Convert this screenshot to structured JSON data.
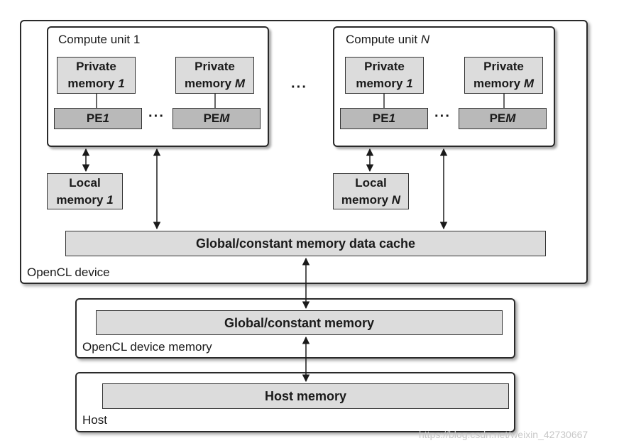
{
  "device": {
    "label": "OpenCL device",
    "compute_units": [
      {
        "title": "Compute unit ",
        "title_sub": "",
        "title_num": "1",
        "private_first": {
          "line1": "Private",
          "line2": "memory ",
          "sub": "1"
        },
        "private_last": {
          "line1": "Private",
          "line2": "memory ",
          "sub": "M"
        },
        "pe_first": {
          "label": "PE ",
          "sub": "1"
        },
        "pe_last": {
          "label": "PE ",
          "sub": "M"
        },
        "pe_dots": "···",
        "local": {
          "line1": "Local",
          "line2": "memory ",
          "sub": "1"
        }
      },
      {
        "title": "Compute unit ",
        "title_sub": "N",
        "title_num": "",
        "private_first": {
          "line1": "Private",
          "line2": "memory ",
          "sub": "1"
        },
        "private_last": {
          "line1": "Private",
          "line2": "memory ",
          "sub": "M"
        },
        "pe_first": {
          "label": "PE ",
          "sub": "1"
        },
        "pe_last": {
          "label": "PE ",
          "sub": "M"
        },
        "pe_dots": "···",
        "local": {
          "line1": "Local",
          "line2": "memory ",
          "sub": "N"
        }
      }
    ],
    "unit_dots": "···",
    "cache": "Global/constant memory data cache"
  },
  "device_memory": {
    "label": "OpenCL device memory",
    "global": "Global/constant memory"
  },
  "host": {
    "label": "Host",
    "memory": "Host memory"
  },
  "watermark": "https://blog.csdn.net/weixin_42730667"
}
